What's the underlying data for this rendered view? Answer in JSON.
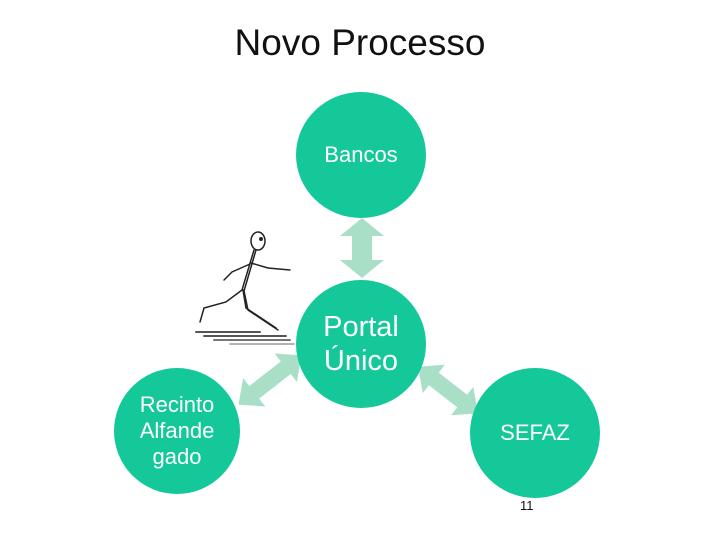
{
  "title": "Novo Processo",
  "colors": {
    "node": "#14c89a",
    "arrow": "#a9dfc7",
    "node_text": "#ffffff"
  },
  "nodes": {
    "bancos": "Bancos",
    "portal": [
      "Portal",
      "Único"
    ],
    "recinto": [
      "Recinto",
      "Alfande",
      "gado"
    ],
    "sefaz": "SEFAZ"
  },
  "page_number": "11",
  "icons": {
    "runner": "running-stick-figure-illustration"
  }
}
